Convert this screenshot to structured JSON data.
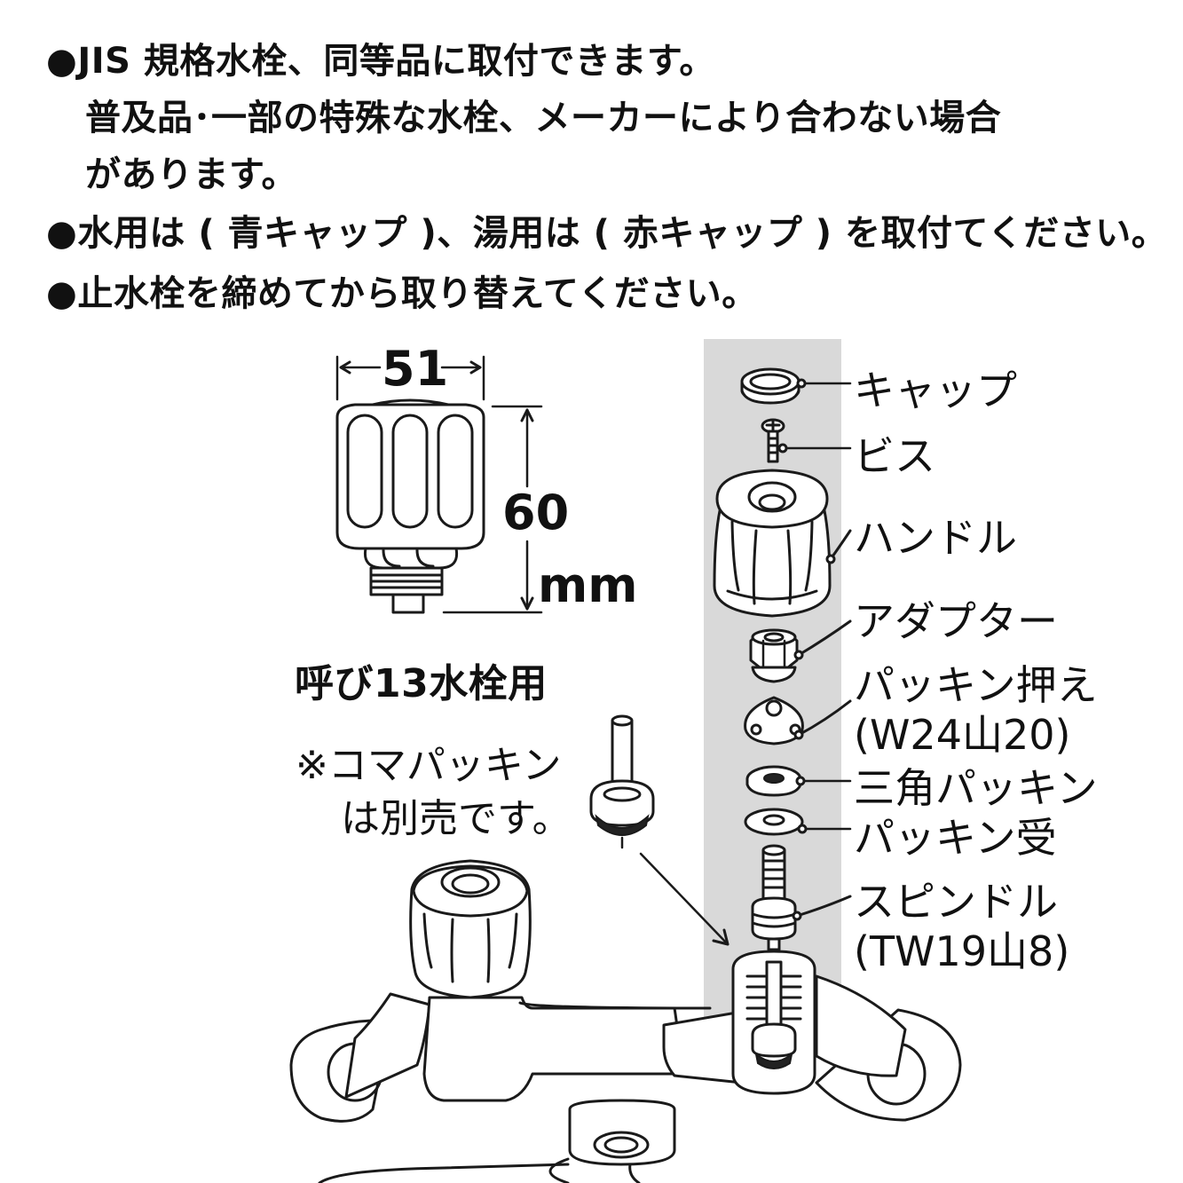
{
  "notes": [
    "●JIS 規格水栓、同等品に取付できます。",
    "普及品･一部の特殊な水栓、メーカーにより合わない場合",
    "があります。",
    "●水用は ( 青キャップ )、湯用は ( 赤キャップ ) を取付てください。",
    "●止水栓を締めてから取り替えてください。"
  ],
  "dimensions": {
    "width": "51",
    "height": "60",
    "unit": "mm"
  },
  "product_label": "呼び13水栓用",
  "koma_note": [
    "※コマパッキン",
    "は別売です。"
  ],
  "parts": [
    {
      "name": "キャップ"
    },
    {
      "name": "ビス"
    },
    {
      "name": "ハンドル"
    },
    {
      "name": "アダプター"
    },
    {
      "name": "パッキン押え",
      "spec": "(W24山20)"
    },
    {
      "name": "三角パッキン"
    },
    {
      "name": "パッキン受"
    },
    {
      "name": "スピンドル",
      "spec": "(TW19山8)"
    }
  ]
}
